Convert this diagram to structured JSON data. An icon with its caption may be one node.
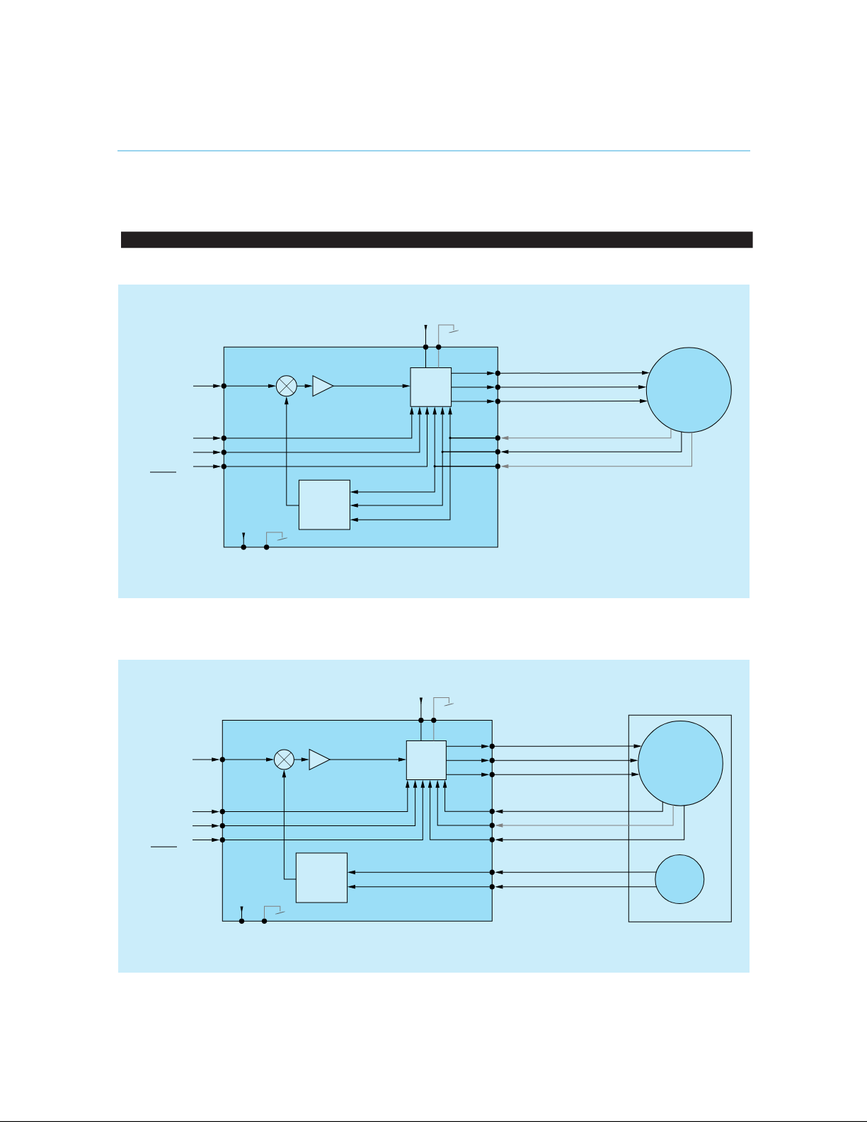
{
  "diagram": {
    "nodes": [
      {
        "text": [],
        "shape": "bar"
      },
      {
        "text": [],
        "shape": "box"
      },
      {
        "text": [],
        "shape": "circle",
        "in": 1
      },
      {
        "text": [],
        "shape": "triangle",
        "in": 1
      },
      {
        "text": [],
        "shape": "box",
        "in": 1
      },
      {
        "text": [],
        "shape": "box",
        "in": 1
      },
      {
        "text": [],
        "shape": "circle"
      },
      {
        "text": [],
        "shape": "dot"
      },
      {
        "text": [],
        "shape": "dot"
      },
      {
        "text": [],
        "shape": "dot"
      },
      {
        "text": [],
        "shape": "dot"
      },
      {
        "text": [],
        "shape": "dot"
      },
      {
        "text": [],
        "shape": "dot"
      },
      {
        "text": [],
        "shape": "dot"
      },
      {
        "text": [],
        "shape": "dot"
      },
      {
        "text": [],
        "shape": "dot"
      },
      {
        "text": [],
        "shape": "dot"
      },
      {
        "text": [],
        "shape": "dot"
      },
      {
        "text": [],
        "shape": "dot"
      },
      {
        "text": [],
        "shape": "dot"
      },
      {
        "text": [],
        "shape": "dot"
      },
      {
        "text": [],
        "shape": "ground"
      },
      {
        "text": [],
        "shape": "ground",
        "in": 1
      },
      {
        "text": [],
        "shape": "box"
      },
      {
        "text": [],
        "shape": "circle",
        "in": 23
      },
      {
        "text": [],
        "shape": "triangle",
        "in": 23
      },
      {
        "text": [],
        "shape": "box",
        "in": 23
      },
      {
        "text": [],
        "shape": "box",
        "in": 23
      },
      {
        "text": [],
        "shape": "box"
      },
      {
        "text": [],
        "shape": "circle",
        "in": 28
      },
      {
        "text": [],
        "shape": "circle",
        "in": 28
      },
      {
        "text": [],
        "shape": "dot"
      },
      {
        "text": [],
        "shape": "dot"
      },
      {
        "text": [],
        "shape": "dot"
      },
      {
        "text": [],
        "shape": "dot"
      },
      {
        "text": [],
        "shape": "dot"
      },
      {
        "text": [],
        "shape": "dot"
      },
      {
        "text": [],
        "shape": "dot"
      },
      {
        "text": [],
        "shape": "dot"
      },
      {
        "text": [],
        "shape": "dot"
      },
      {
        "text": [],
        "shape": "dot"
      },
      {
        "text": [],
        "shape": "dot"
      },
      {
        "text": [],
        "shape": "dot"
      },
      {
        "text": [],
        "shape": "dot"
      },
      {
        "text": [],
        "shape": "dot"
      },
      {
        "text": [],
        "shape": "dot"
      },
      {
        "text": [],
        "shape": "dot"
      },
      {
        "text": [],
        "shape": "ground"
      },
      {
        "text": [],
        "shape": "ground",
        "in": 23
      }
    ],
    "edges": [
      {
        "from": null,
        "to": 7,
        "arrow": "to"
      },
      {
        "from": 7,
        "to": 2,
        "arrow": "to"
      },
      {
        "from": 2,
        "to": 3,
        "arrow": "to"
      },
      {
        "from": 3,
        "to": 4,
        "arrow": "to"
      },
      {
        "from": null,
        "to": 8,
        "arrow": "to"
      },
      {
        "from": null,
        "to": 9,
        "arrow": "to"
      },
      {
        "from": null,
        "to": 10,
        "arrow": "to"
      },
      {
        "from": 8,
        "to": 4,
        "arrow": "to"
      },
      {
        "from": 9,
        "to": 4,
        "arrow": "to"
      },
      {
        "from": 10,
        "to": 4,
        "arrow": "to"
      },
      {
        "from": 4,
        "to": 13,
        "arrow": "to"
      },
      {
        "from": 4,
        "to": 14,
        "arrow": "to"
      },
      {
        "from": 4,
        "to": 15,
        "arrow": "to"
      },
      {
        "from": 13,
        "to": 6,
        "arrow": "to"
      },
      {
        "from": 14,
        "to": 6,
        "arrow": "to"
      },
      {
        "from": 15,
        "to": 6,
        "arrow": "to"
      },
      {
        "from": 6,
        "to": 16,
        "arrow": "to",
        "color": "#808080"
      },
      {
        "from": 6,
        "to": 17,
        "arrow": "to"
      },
      {
        "from": 6,
        "to": 18,
        "arrow": "to",
        "color": "#808080"
      },
      {
        "from": 16,
        "to": 4,
        "arrow": "to"
      },
      {
        "from": 16,
        "to": 5,
        "arrow": "to"
      },
      {
        "from": 17,
        "to": 4,
        "arrow": "to"
      },
      {
        "from": 17,
        "to": 5,
        "arrow": "to"
      },
      {
        "from": 18,
        "to": 4,
        "arrow": "to"
      },
      {
        "from": 18,
        "to": 5,
        "arrow": "to"
      },
      {
        "from": 5,
        "to": 2,
        "arrow": "to"
      },
      {
        "from": null,
        "to": 11,
        "arrow": "to"
      },
      {
        "from": 11,
        "to": 4,
        "arrow": "none"
      },
      {
        "from": 12,
        "to": 21,
        "arrow": "none",
        "color": "#808080"
      },
      {
        "from": 12,
        "to": 4,
        "arrow": "none",
        "color": "#808080"
      },
      {
        "from": null,
        "to": 19,
        "arrow": "to"
      },
      {
        "from": 20,
        "to": 22,
        "arrow": "none",
        "color": "#808080"
      },
      {
        "from": null,
        "to": 31,
        "arrow": "to"
      },
      {
        "from": 31,
        "to": 24,
        "arrow": "to"
      },
      {
        "from": 24,
        "to": 25,
        "arrow": "to"
      },
      {
        "from": 25,
        "to": 26,
        "arrow": "to"
      },
      {
        "from": null,
        "to": 32,
        "arrow": "to"
      },
      {
        "from": null,
        "to": 33,
        "arrow": "to"
      },
      {
        "from": null,
        "to": 34,
        "arrow": "to"
      },
      {
        "from": 32,
        "to": 26,
        "arrow": "to"
      },
      {
        "from": 33,
        "to": 26,
        "arrow": "to"
      },
      {
        "from": 34,
        "to": 26,
        "arrow": "to"
      },
      {
        "from": 26,
        "to": 37,
        "arrow": "to"
      },
      {
        "from": 26,
        "to": 38,
        "arrow": "to"
      },
      {
        "from": 26,
        "to": 39,
        "arrow": "to"
      },
      {
        "from": 37,
        "to": 29,
        "arrow": "to"
      },
      {
        "from": 38,
        "to": 29,
        "arrow": "to"
      },
      {
        "from": 39,
        "to": 29,
        "arrow": "to"
      },
      {
        "from": 29,
        "to": 40,
        "arrow": "to"
      },
      {
        "from": 29,
        "to": 41,
        "arrow": "to",
        "color": "#808080"
      },
      {
        "from": 29,
        "to": 42,
        "arrow": "to"
      },
      {
        "from": 40,
        "to": 26,
        "arrow": "to"
      },
      {
        "from": 41,
        "to": 26,
        "arrow": "to"
      },
      {
        "from": 42,
        "to": 26,
        "arrow": "to"
      },
      {
        "from": 30,
        "to": 43,
        "arrow": "to"
      },
      {
        "from": 30,
        "to": 44,
        "arrow": "to"
      },
      {
        "from": 43,
        "to": 27,
        "arrow": "to"
      },
      {
        "from": 44,
        "to": 27,
        "arrow": "to"
      },
      {
        "from": 27,
        "to": 24,
        "arrow": "to"
      },
      {
        "from": null,
        "to": 35,
        "arrow": "to"
      },
      {
        "from": 35,
        "to": 26,
        "arrow": "none"
      },
      {
        "from": 36,
        "to": 47,
        "arrow": "none",
        "color": "#808080"
      },
      {
        "from": 36,
        "to": 26,
        "arrow": "none",
        "color": "#808080"
      },
      {
        "from": null,
        "to": 45,
        "arrow": "to"
      },
      {
        "from": 46,
        "to": 48,
        "arrow": "none",
        "color": "#808080"
      }
    ]
  }
}
